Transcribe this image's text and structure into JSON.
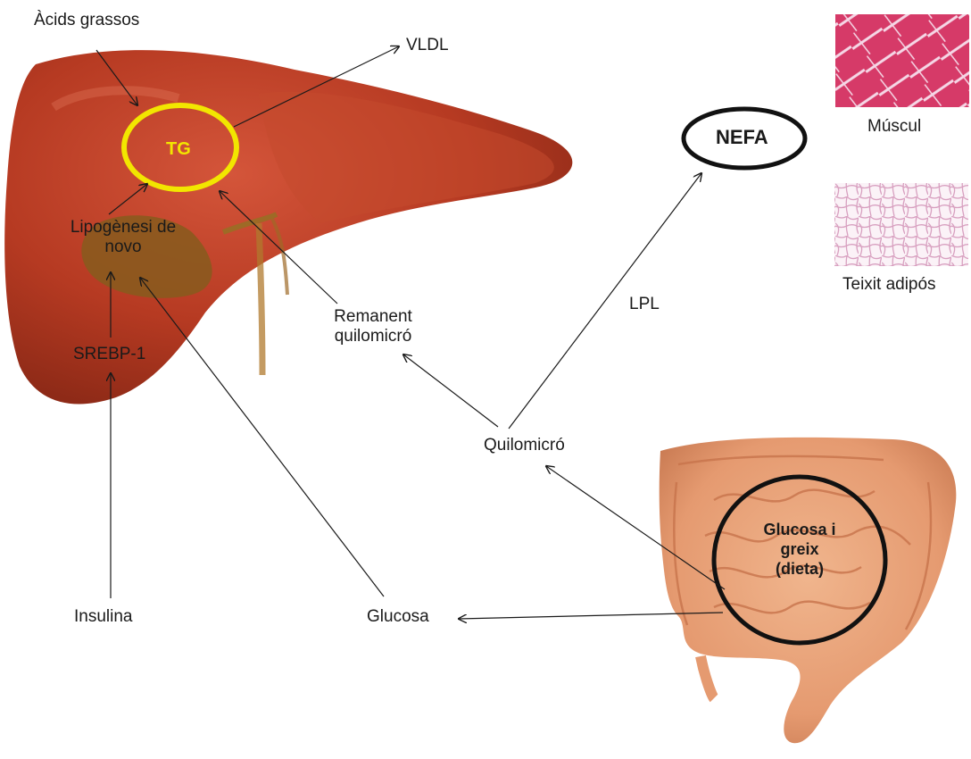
{
  "labels": {
    "fatty_acids": "Àcids grassos",
    "vldl": "VLDL",
    "tg": "TG",
    "lipogenesis_line1": "Lipogènesi de",
    "lipogenesis_line2": "novo",
    "srebp1": "SREBP-1",
    "insulin": "Insulina",
    "glucose": "Glucosa",
    "remnant_line1": "Remanent",
    "remnant_line2": "quilomicró",
    "chylomicron": "Quilomicró",
    "lpl": "LPL",
    "nefa": "NEFA",
    "muscle": "Múscul",
    "adipose": "Teixit adipós",
    "diet_line1": "Glucosa i",
    "diet_line2": "greix",
    "diet_line3": "(dieta)"
  },
  "images": {
    "liver": "liver-illustration",
    "intestine": "intestine-illustration",
    "muscle_tissue": "muscle-histology",
    "adipose_tissue": "adipose-histology"
  },
  "colors": {
    "liver": "#b63a22",
    "liver_highlight": "#d65a3a",
    "gallbladder": "#8a5a1e",
    "tg_circle": "#f2e600",
    "tg_text": "#f2e600",
    "intestine": "#e8a27a",
    "muscle": "#d83a6a",
    "adipose": "#f0d0e0",
    "arrow": "#1a1a1a",
    "circle_outline": "#111111"
  }
}
